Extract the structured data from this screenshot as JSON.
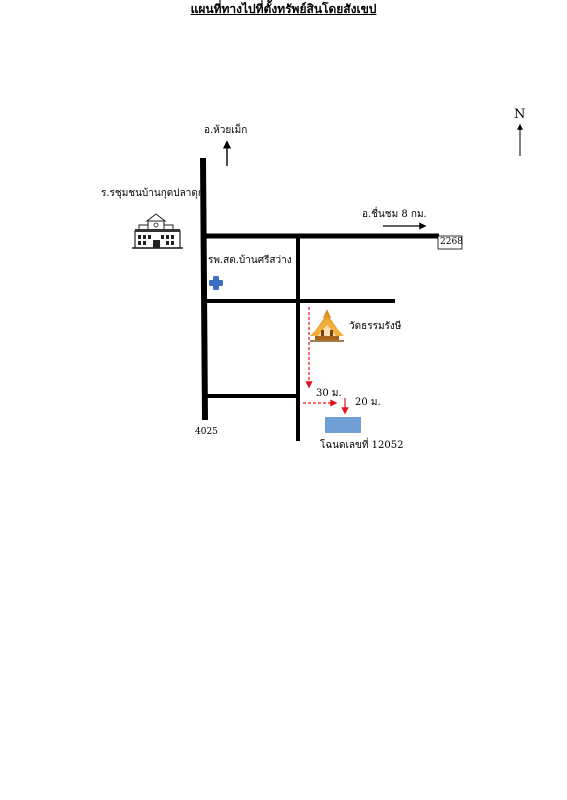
{
  "title": "แผนที่ทางไปที่ตั้งทรัพย์สินโดยสังเขป",
  "north": "N",
  "labels": {
    "huai_mek": "อ.ห้วยเม็ก",
    "school": "ร.รชุมชนบ้านกุดปลาดุก",
    "chuenchom": "อ.ชื่นชม 8 กม.",
    "road_2268": "2268",
    "health_center": "รพ.สต.บ้านศรีสว่าง",
    "temple": "วัดธรรมรังษี",
    "dist_30": "30 ม.",
    "dist_20": "20 ม.",
    "road_4025": "4025",
    "deed": "โฉนดเลขที่ 12052"
  },
  "colors": {
    "road": "#000000",
    "route_arrow": "#e0141e",
    "deed_plot": "#6f9fd4",
    "health_cross": "#3a6fc4"
  }
}
